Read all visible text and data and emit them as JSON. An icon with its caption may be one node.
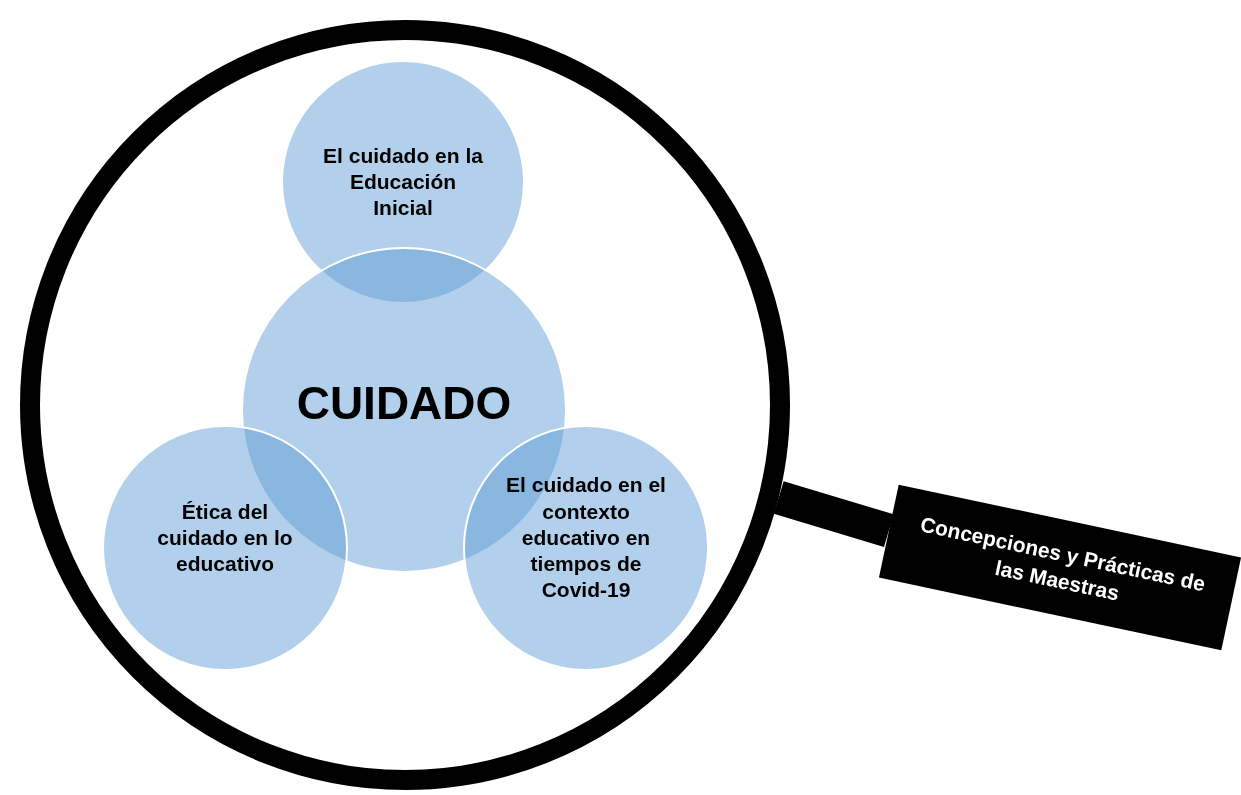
{
  "diagram": {
    "nodes": [
      {
        "text": [],
        "shape": "circle"
      },
      {
        "text": [
          "El cuidado en la Educación Inicial"
        ],
        "in": 0
      },
      {
        "text": [
          "CUIDADO"
        ],
        "in": 0
      },
      {
        "text": [
          "Ética del cuidado en lo educativo"
        ],
        "in": 0
      },
      {
        "text": [
          "El cuidado en el contexto educativo en tiempos de Covid-19"
        ],
        "in": 0
      },
      {
        "text": [
          "Concepciones y Prácticas de las Maestras"
        ]
      }
    ],
    "edges": [
      {
        "from": 0,
        "to": 5,
        "arrow": "none"
      }
    ]
  }
}
